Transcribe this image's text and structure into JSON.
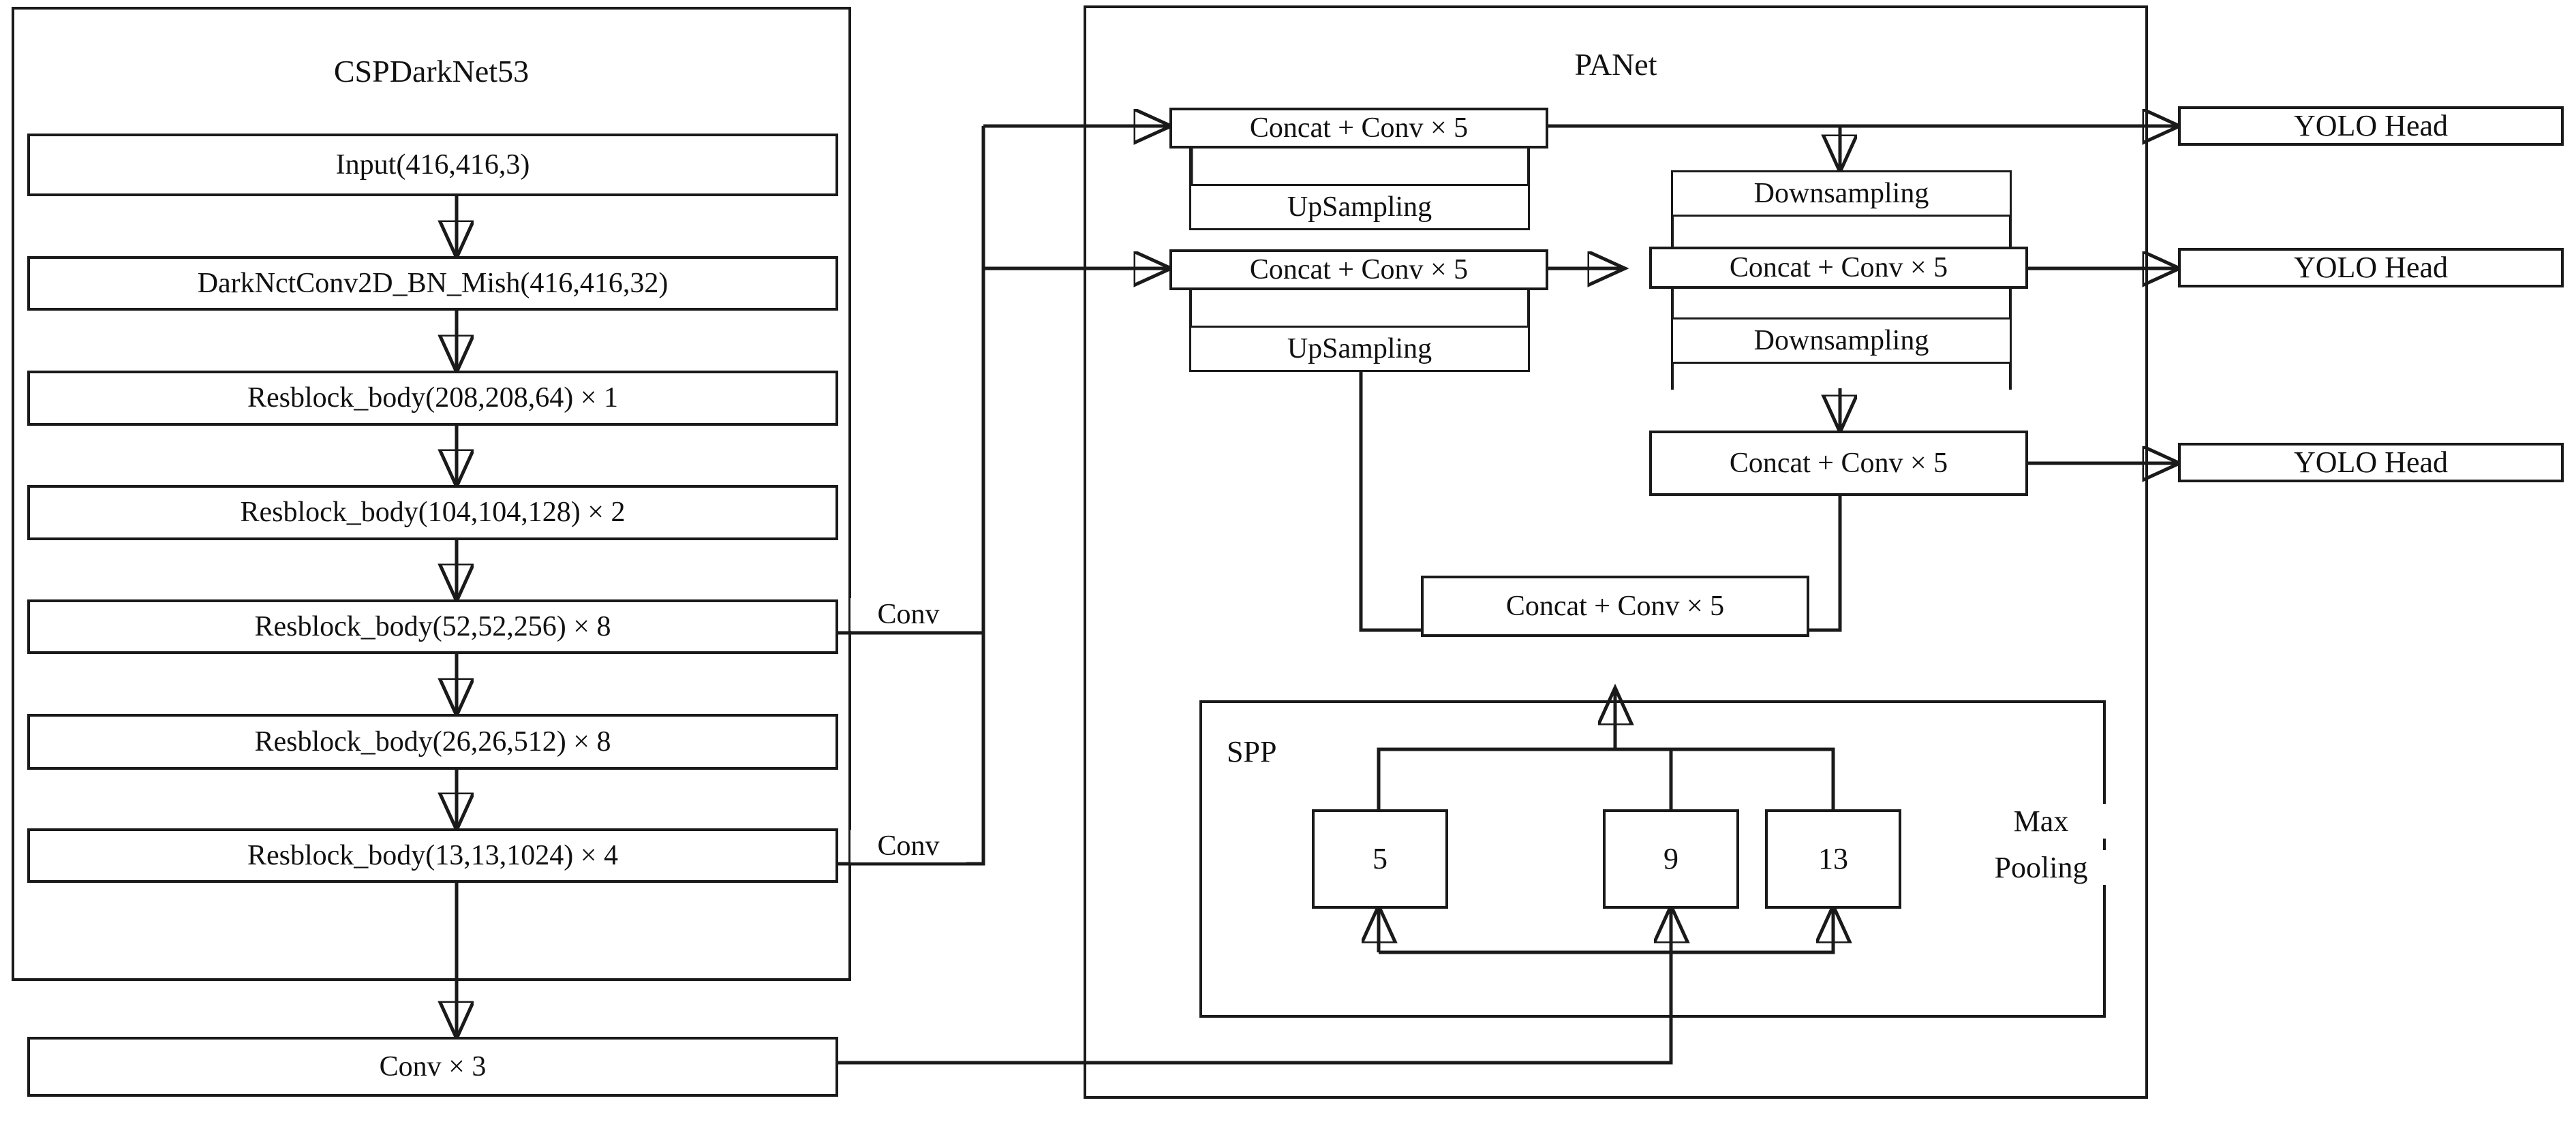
{
  "figure": {
    "type": "neural-network-architecture-diagram",
    "title": "YOLOv4 network structure (CSPDarkNet53 backbone + SPP + PANet neck + YOLO Heads)"
  },
  "backbone": {
    "title": "CSPDarkNet53",
    "layers": [
      {
        "label": "Input(416,416,3)"
      },
      {
        "label": "DarkNctConv2D_BN_Mish(416,416,32)"
      },
      {
        "label": "Resblock_body(208,208,64) × 1"
      },
      {
        "label": "Resblock_body(104,104,128) × 2"
      },
      {
        "label": "Resblock_body(52,52,256) × 8"
      },
      {
        "label": "Resblock_body(26,26,512) × 8"
      },
      {
        "label": "Resblock_body(13,13,1024) × 4"
      }
    ],
    "tail": {
      "label": "Conv × 3"
    },
    "taps": [
      {
        "label": "Conv",
        "from_layer": "Resblock_body(52,52,256) × 8"
      },
      {
        "label": "Conv",
        "from_layer": "Resblock_body(13,13,1024) × 4"
      }
    ]
  },
  "neck": {
    "title": "PANet",
    "left_column": [
      {
        "label": "Concat + Conv × 5"
      },
      {
        "label": "UpSampling"
      },
      {
        "label": "Concat + Conv × 5"
      },
      {
        "label": "UpSampling"
      }
    ],
    "middle_column": [
      {
        "label": "Downsampling"
      },
      {
        "label": "Concat + Conv × 5"
      },
      {
        "label": "Downsampling"
      },
      {
        "label": "Concat + Conv × 5"
      }
    ],
    "bottom_fusion": {
      "label": "Concat + Conv × 5"
    }
  },
  "spp": {
    "title": "SPP",
    "side_label_line1": "Max",
    "side_label_line2": "Pooling",
    "pools": [
      {
        "label": "5"
      },
      {
        "label": "9"
      },
      {
        "label": "13"
      }
    ]
  },
  "heads": [
    {
      "label": "YOLO Head"
    },
    {
      "label": "YOLO Head"
    },
    {
      "label": "YOLO Head"
    }
  ],
  "style": {
    "stroke": "#1a1a1a",
    "background": "#ffffff"
  }
}
